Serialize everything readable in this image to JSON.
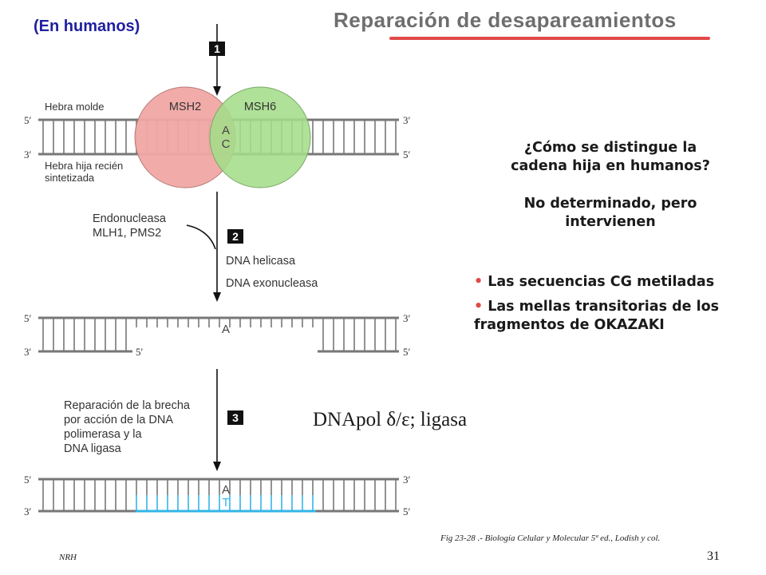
{
  "subtitle": "(En humanos)",
  "title": "Reparación de desapareamientos",
  "diagram": {
    "steps": [
      "1",
      "2",
      "3"
    ],
    "strand_labels": {
      "template": "Hebra molde",
      "daughter_line1": "Hebra hija recién",
      "daughter_line2": "sintetizada"
    },
    "proteins": {
      "left": "MSH2",
      "right": "MSH6"
    },
    "mismatch": {
      "top": "A",
      "bottom": "C"
    },
    "step2_labels": {
      "endonuclease": "Endonucleasa",
      "mlh1_pms2": "MLH1, PMS2",
      "helicase": "DNA helicasa",
      "exonuclease": "DNA exonucleasa"
    },
    "step3_labels": [
      "Reparación de la brecha",
      "por acción de la DNA",
      "polimerasa y la",
      "DNA ligasa"
    ],
    "gap_base": "A",
    "repair_bases": {
      "top": "A",
      "bottom": "T"
    },
    "ends": {
      "five": "5′",
      "three": "3′"
    },
    "colors": {
      "msh2": "#f0a8a4",
      "msh6": "#a4dd8a",
      "new_strand": "#33b5e8",
      "step_box": "#111111",
      "strand": "#777777"
    }
  },
  "question": {
    "line1": "¿Cómo se distingue la",
    "line2": "cadena hija en humanos?",
    "line3": "No determinado, pero",
    "line4": "intervienen"
  },
  "bullets": [
    "Las secuencias CG metiladas",
    "Las mellas transitorias de los fragmentos de OKAZAKI"
  ],
  "dnapol_label": "DNApol δ/ε; ligasa",
  "citation": "Fig 23-28 .- Biología Celular y Molecular 5ª ed., Lodish y col.",
  "author": "NRH",
  "page_number": "31"
}
